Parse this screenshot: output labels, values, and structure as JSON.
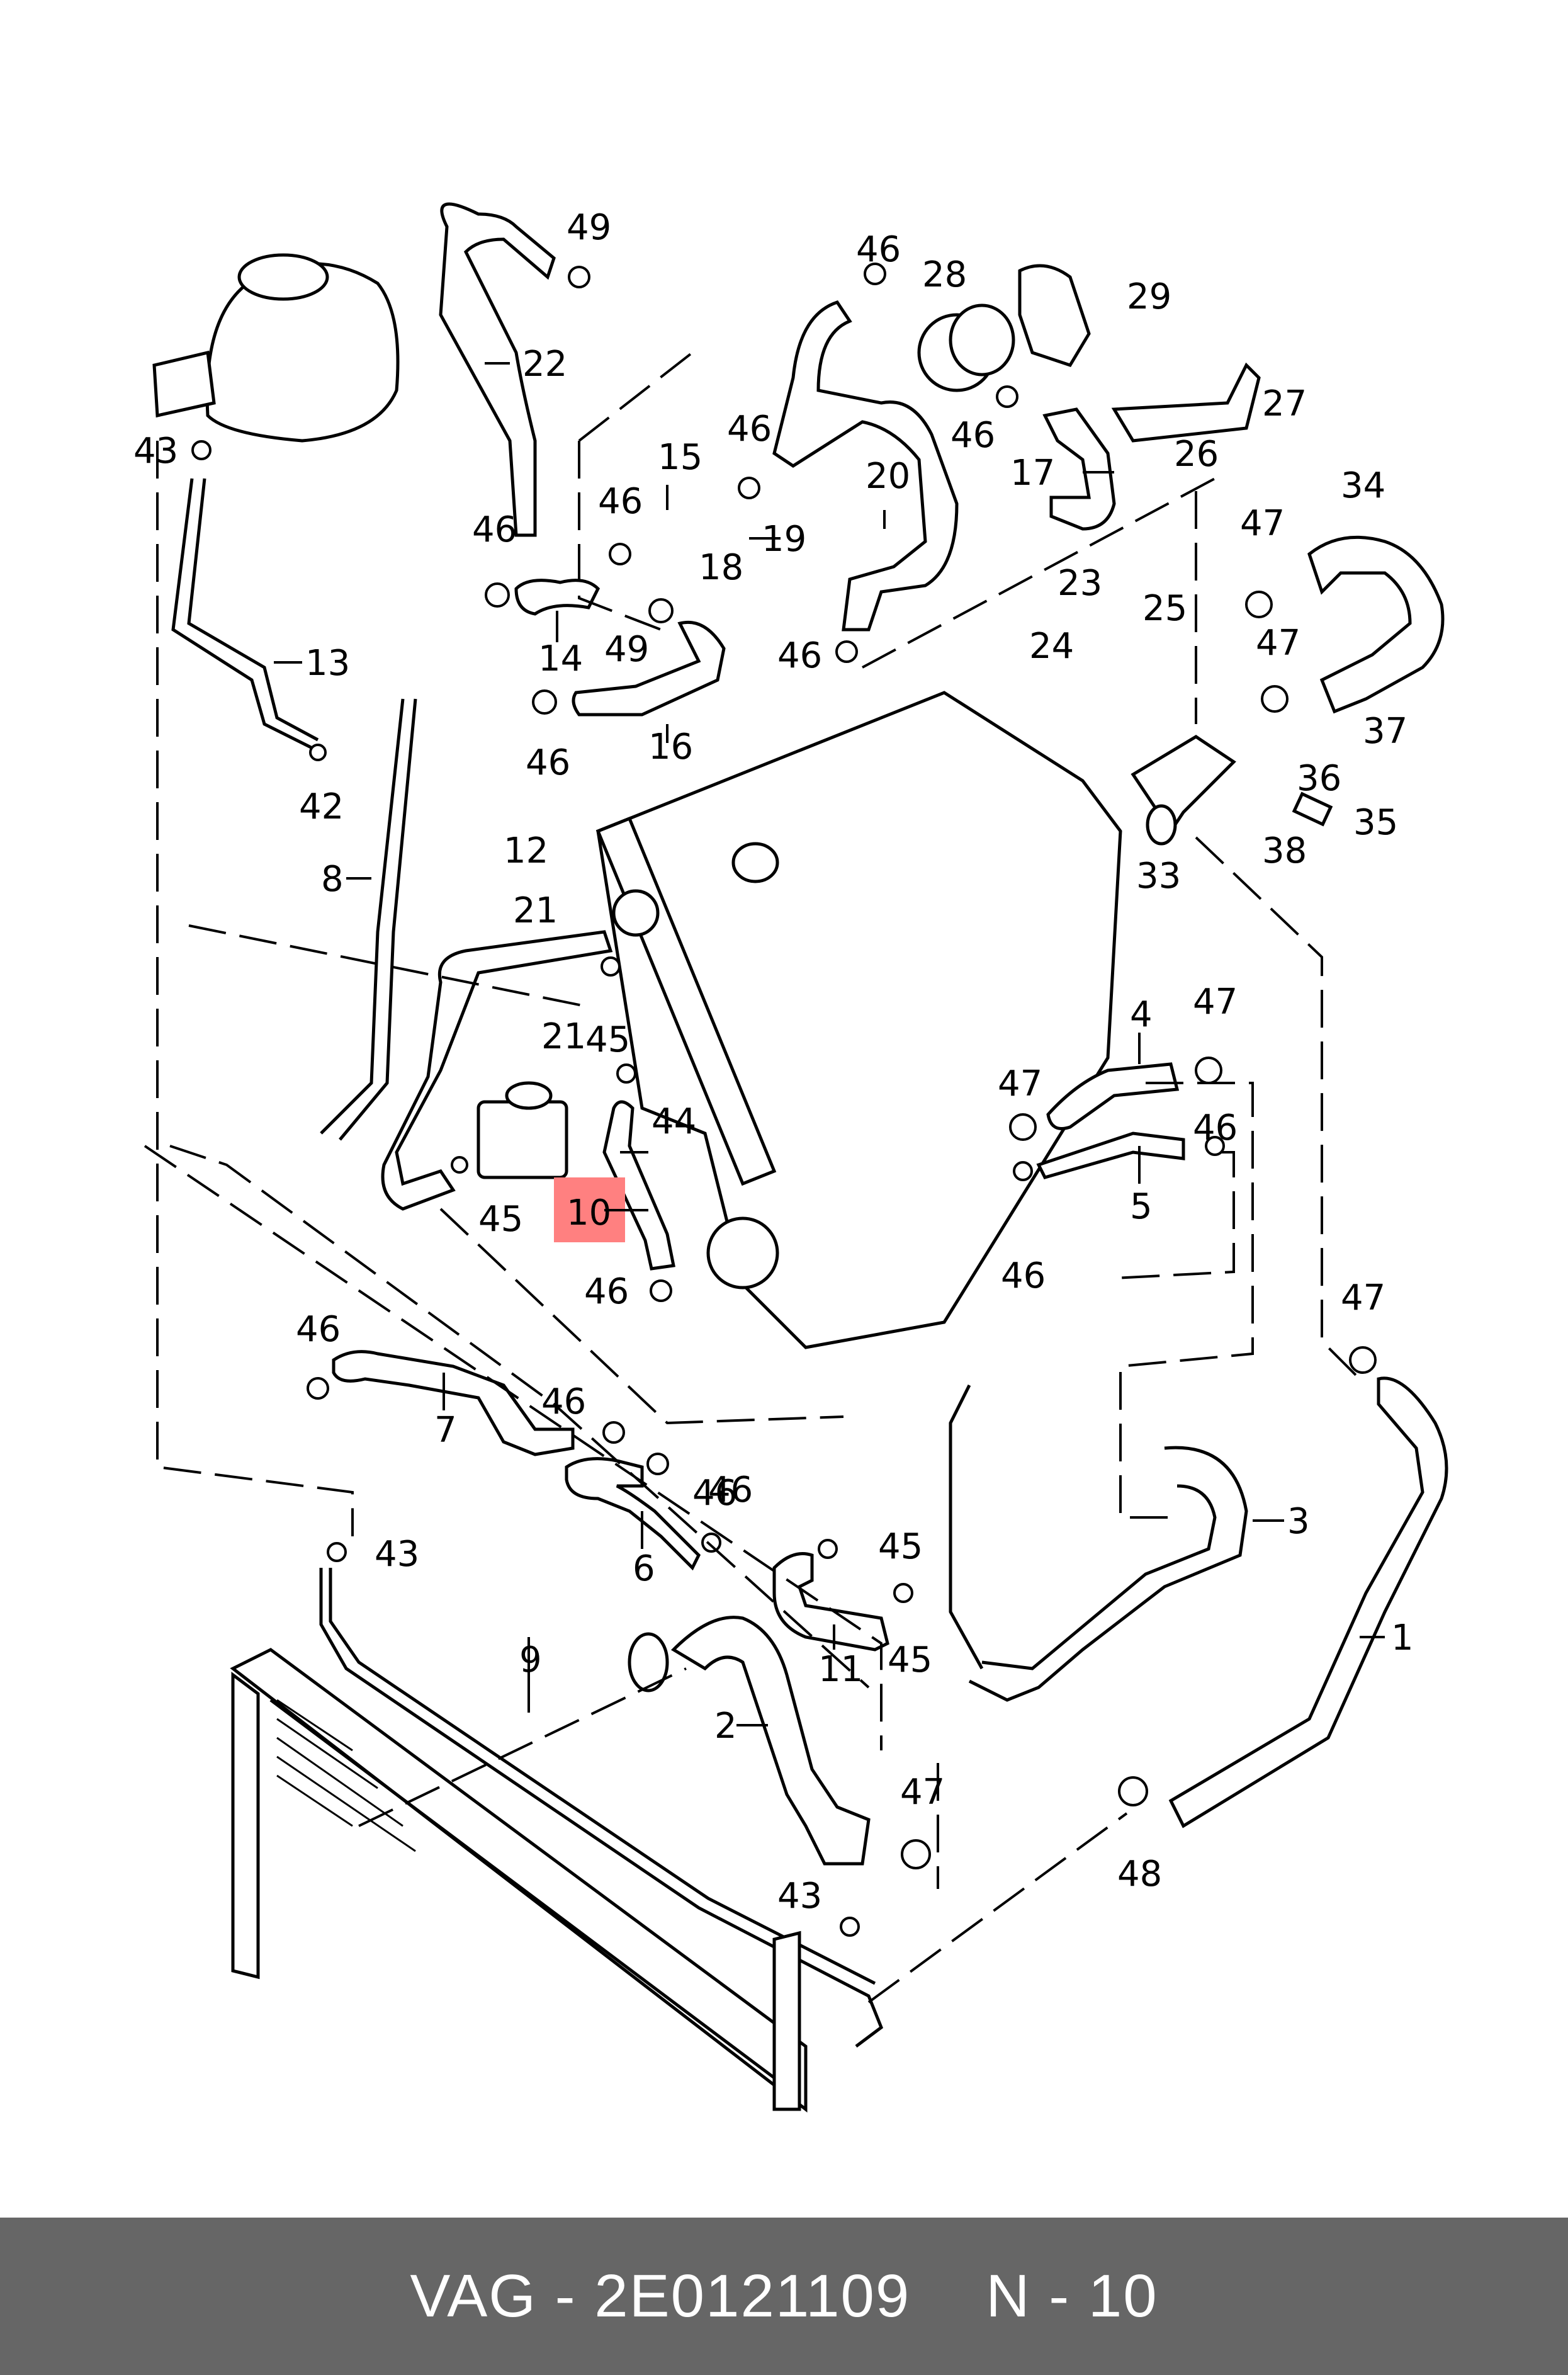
{
  "footer": {
    "brand": "VAG",
    "separator": "-",
    "part_number": "2E0121109",
    "position_prefix": "N",
    "position_number": "10",
    "background_color": "#666666",
    "text_color": "#ffffff"
  },
  "highlight": {
    "label": "10",
    "box_color": "#ff8080",
    "text_color": "#800000"
  },
  "callouts": [
    {
      "id": "c1",
      "label": "1"
    },
    {
      "id": "c2",
      "label": "2"
    },
    {
      "id": "c3",
      "label": "3"
    },
    {
      "id": "c4",
      "label": "4"
    },
    {
      "id": "c5",
      "label": "5"
    },
    {
      "id": "c6",
      "label": "6"
    },
    {
      "id": "c7",
      "label": "7"
    },
    {
      "id": "c8",
      "label": "8"
    },
    {
      "id": "c9",
      "label": "9"
    },
    {
      "id": "c11",
      "label": "11"
    },
    {
      "id": "c12",
      "label": "12"
    },
    {
      "id": "c13",
      "label": "13"
    },
    {
      "id": "c14",
      "label": "14"
    },
    {
      "id": "c15",
      "label": "15"
    },
    {
      "id": "c16",
      "label": "16"
    },
    {
      "id": "c17",
      "label": "17"
    },
    {
      "id": "c18",
      "label": "18"
    },
    {
      "id": "c19",
      "label": "19"
    },
    {
      "id": "c20",
      "label": "20"
    },
    {
      "id": "c21a",
      "label": "21"
    },
    {
      "id": "c21b",
      "label": "21"
    },
    {
      "id": "c22",
      "label": "22"
    },
    {
      "id": "c23",
      "label": "23"
    },
    {
      "id": "c24",
      "label": "24"
    },
    {
      "id": "c25",
      "label": "25"
    },
    {
      "id": "c26",
      "label": "26"
    },
    {
      "id": "c27",
      "label": "27"
    },
    {
      "id": "c28",
      "label": "28"
    },
    {
      "id": "c29",
      "label": "29"
    },
    {
      "id": "c33",
      "label": "33"
    },
    {
      "id": "c34",
      "label": "34"
    },
    {
      "id": "c35",
      "label": "35"
    },
    {
      "id": "c36",
      "label": "36"
    },
    {
      "id": "c37",
      "label": "37"
    },
    {
      "id": "c38",
      "label": "38"
    },
    {
      "id": "c42",
      "label": "42"
    },
    {
      "id": "c43a",
      "label": "43"
    },
    {
      "id": "c43b",
      "label": "43"
    },
    {
      "id": "c43c",
      "label": "43"
    },
    {
      "id": "c44",
      "label": "44"
    },
    {
      "id": "c45a",
      "label": "45"
    },
    {
      "id": "c45b",
      "label": "45"
    },
    {
      "id": "c45c",
      "label": "45"
    },
    {
      "id": "c45d",
      "label": "45"
    },
    {
      "id": "c46a",
      "label": "46"
    },
    {
      "id": "c46b",
      "label": "46"
    },
    {
      "id": "c46c",
      "label": "46"
    },
    {
      "id": "c46d",
      "label": "46"
    },
    {
      "id": "c46e",
      "label": "46"
    },
    {
      "id": "c46f",
      "label": "46"
    },
    {
      "id": "c46g",
      "label": "46"
    },
    {
      "id": "c46h",
      "label": "46"
    },
    {
      "id": "c46i",
      "label": "46"
    },
    {
      "id": "c46j",
      "label": "46"
    },
    {
      "id": "c46k",
      "label": "46"
    },
    {
      "id": "c46l",
      "label": "46"
    },
    {
      "id": "c46m",
      "label": "46"
    },
    {
      "id": "c46n",
      "label": "46"
    },
    {
      "id": "c47a",
      "label": "47"
    },
    {
      "id": "c47b",
      "label": "47"
    },
    {
      "id": "c47c",
      "label": "47"
    },
    {
      "id": "c47d",
      "label": "47"
    },
    {
      "id": "c47e",
      "label": "47"
    },
    {
      "id": "c47f",
      "label": "47"
    },
    {
      "id": "c48",
      "label": "48"
    },
    {
      "id": "c49a",
      "label": "49"
    },
    {
      "id": "c49b",
      "label": "49"
    }
  ]
}
